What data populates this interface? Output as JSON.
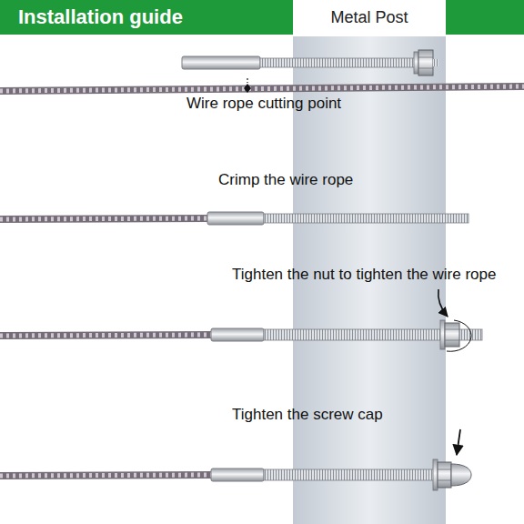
{
  "diagram": {
    "title": "Installation guide",
    "labels": [
      "Metal Post",
      "Wire rope cutting point",
      "Crimp the wire rope",
      "Tighten the nut to tighten the wire rope",
      "Tighten the screw cap"
    ]
  }
}
